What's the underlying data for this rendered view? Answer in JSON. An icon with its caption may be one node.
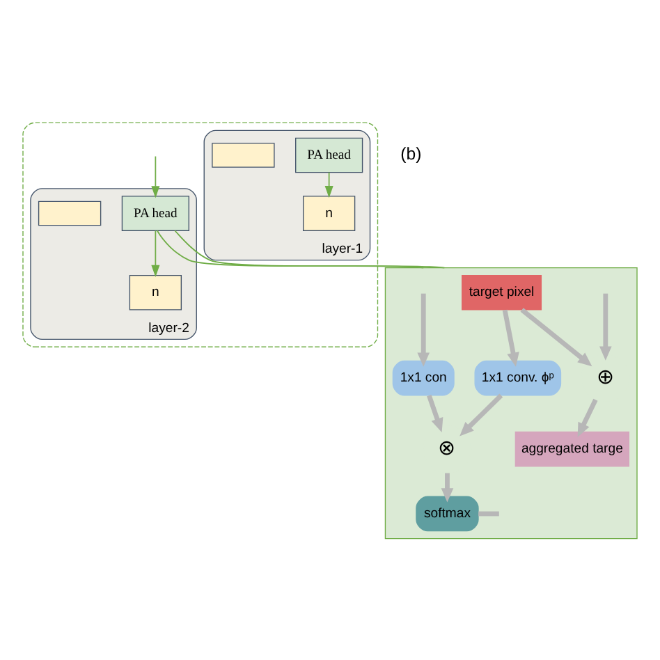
{
  "diagram": {
    "nodes": [
      {
        "text": [],
        "shape": "box"
      },
      {
        "text": [
          "layer-1"
        ],
        "in": 0
      },
      {
        "text": [
          "PA head"
        ],
        "in": 1
      },
      {
        "text": [
          "n"
        ],
        "in": 1
      },
      {
        "text": [],
        "shape": "box",
        "in": 1
      },
      {
        "text": [
          "layer-2"
        ],
        "in": 0
      },
      {
        "text": [
          "PA head"
        ],
        "in": 5
      },
      {
        "text": [
          "n"
        ],
        "in": 5
      },
      {
        "text": [],
        "shape": "box",
        "in": 5
      },
      {
        "text": [],
        "shape": "box"
      },
      {
        "text": [
          "target pixel"
        ],
        "in": 9
      },
      {
        "text": [
          "1x1 conv. ϕᵖ"
        ],
        "in": 9
      },
      {
        "text": [
          "1x1 con"
        ],
        "in": 9
      },
      {
        "text": [
          "⊗"
        ],
        "in": 9
      },
      {
        "text": [
          "softmax"
        ],
        "in": 9
      },
      {
        "text": [
          "⊕"
        ],
        "in": 9
      },
      {
        "text": [
          "aggregated targe"
        ],
        "in": 9
      }
    ],
    "edges": [
      {
        "from": 2,
        "to": 3,
        "arrow": "to",
        "color": "#70ad47"
      },
      {
        "from": null,
        "to": 6,
        "arrow": "to",
        "color": "#70ad47"
      },
      {
        "from": 6,
        "to": 7,
        "arrow": "to",
        "color": "#70ad47"
      },
      {
        "from": 6,
        "to": 9,
        "arrow": "none",
        "color": "#70ad47"
      },
      {
        "from": 6,
        "to": 9,
        "arrow": "none",
        "color": "#70ad47"
      },
      {
        "from": 10,
        "to": 11,
        "arrow": "to"
      },
      {
        "from": null,
        "to": 12,
        "arrow": "to"
      },
      {
        "from": 11,
        "to": 13,
        "arrow": "to"
      },
      {
        "from": 12,
        "to": 13,
        "arrow": "to"
      },
      {
        "from": 13,
        "to": 14,
        "arrow": "to"
      },
      {
        "from": 14,
        "to": null,
        "arrow": "none"
      },
      {
        "from": 10,
        "to": 15,
        "arrow": "to"
      },
      {
        "from": null,
        "to": 15,
        "arrow": "to"
      },
      {
        "from": 15,
        "to": 16,
        "arrow": "to"
      }
    ],
    "labels": [
      "(b)"
    ]
  }
}
